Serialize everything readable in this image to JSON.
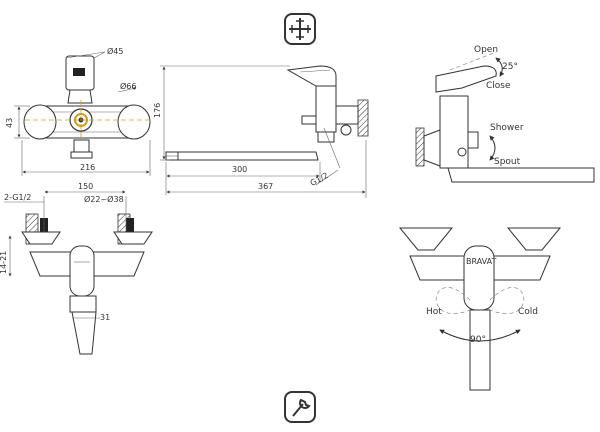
{
  "icons": {
    "top": "cross-valve-icon",
    "bottom": "wrench-icon"
  },
  "front_view": {
    "dia_top": "Ø45",
    "dia_side": "Ø66",
    "height": "43",
    "width": "216"
  },
  "side_view": {
    "height": "176",
    "spout_reach": "300",
    "total_length": "367",
    "thread": "G1/2"
  },
  "mount_view": {
    "centers": "150",
    "thread": "2-G1/2",
    "dia": "Ø22~Ø38",
    "adjust": "14-21",
    "depth": "31"
  },
  "handle_view": {
    "open_label": "Open",
    "close_label": "Close",
    "angle": "25°",
    "shower_label": "Shower",
    "spout_label": "Spout"
  },
  "temp_view": {
    "hot_label": "Hot",
    "cold_label": "Cold",
    "rotation": "90°",
    "brand": "BRAVAT"
  }
}
